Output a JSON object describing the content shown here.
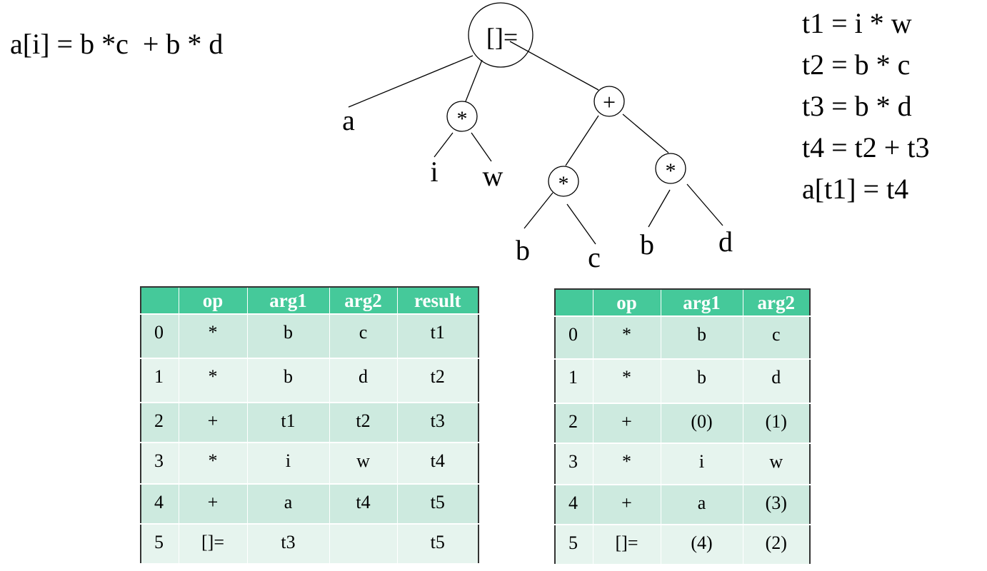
{
  "expression": "a[i] = b *c  + b * d",
  "three_address_code": [
    "t1 = i * w",
    "t2 = b * c",
    "t3 = b * d",
    "t4 = t2 + t3",
    "a[t1] = t4"
  ],
  "tree": {
    "root": "[]=",
    "nodes": {
      "root": "[]=",
      "a": "a",
      "mul1": "*",
      "i": "i",
      "w": "w",
      "plus": "+",
      "mul2": "*",
      "b1": "b",
      "c": "c",
      "mul3": "*",
      "b2": "b",
      "d": "d"
    }
  },
  "quadruples": {
    "headers": [
      "",
      "op",
      "arg1",
      "arg2",
      "result"
    ],
    "rows": [
      [
        "0",
        "*",
        "b",
        "c",
        "t1"
      ],
      [
        "1",
        "*",
        "b",
        "d",
        "t2"
      ],
      [
        "2",
        "+",
        "t1",
        "t2",
        "t3"
      ],
      [
        "3",
        "*",
        "i",
        "w",
        "t4"
      ],
      [
        "4",
        "+",
        "a",
        "t4",
        "t5"
      ],
      [
        "5",
        "[]=",
        "t3",
        "",
        "t5"
      ]
    ]
  },
  "triples": {
    "headers": [
      "",
      "op",
      "arg1",
      "arg2"
    ],
    "rows": [
      [
        "0",
        "*",
        "b",
        "c"
      ],
      [
        "1",
        "*",
        "b",
        "d"
      ],
      [
        "2",
        "+",
        "(0)",
        "(1)"
      ],
      [
        "3",
        "*",
        "i",
        "w"
      ],
      [
        "4",
        "+",
        "a",
        "(3)"
      ],
      [
        "5",
        "[]=",
        "(4)",
        "(2)"
      ]
    ]
  },
  "colors": {
    "header_bg": "#45c99a",
    "row_dark": "#cdeadf",
    "row_light": "#e6f4ee"
  }
}
